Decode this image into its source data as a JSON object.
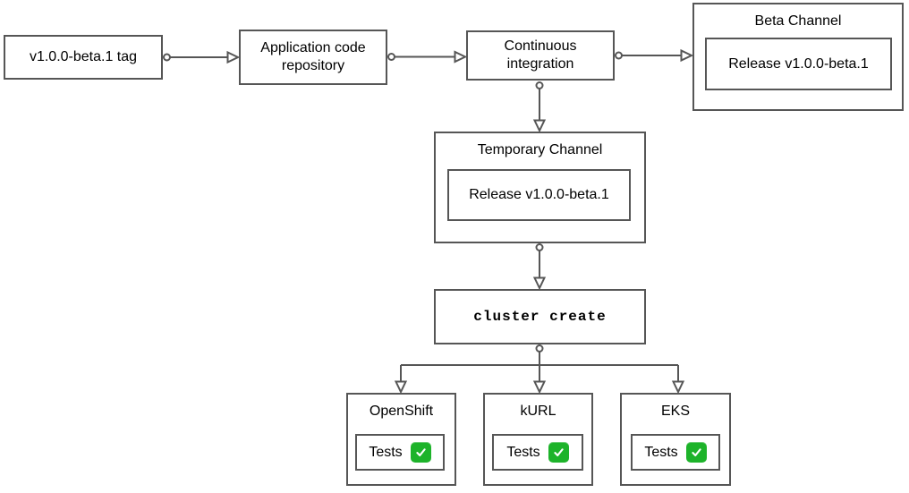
{
  "nodes": {
    "tag": {
      "label": "v1.0.0-beta.1 tag"
    },
    "repo": {
      "label": "Application code repository"
    },
    "ci": {
      "label": "Continuous integration"
    },
    "beta_channel": {
      "title": "Beta Channel",
      "release_label": "Release v1.0.0-beta.1"
    },
    "temporary_channel": {
      "title": "Temporary Channel",
      "release_label": "Release v1.0.0-beta.1"
    },
    "cluster_create": {
      "label": "cluster create"
    },
    "clusters": [
      {
        "title": "OpenShift",
        "tests_label": "Tests",
        "status": "passed",
        "status_icon": "check-mark-button"
      },
      {
        "title": "kURL",
        "tests_label": "Tests",
        "status": "passed",
        "status_icon": "check-mark-button"
      },
      {
        "title": "EKS",
        "tests_label": "Tests",
        "status": "passed",
        "status_icon": "check-mark-button"
      }
    ]
  },
  "colors": {
    "stroke": "#565656",
    "node_fill": "#ffffff",
    "text": "#000000",
    "check_green": "#1db32a",
    "check_mark": "#ffffff"
  }
}
